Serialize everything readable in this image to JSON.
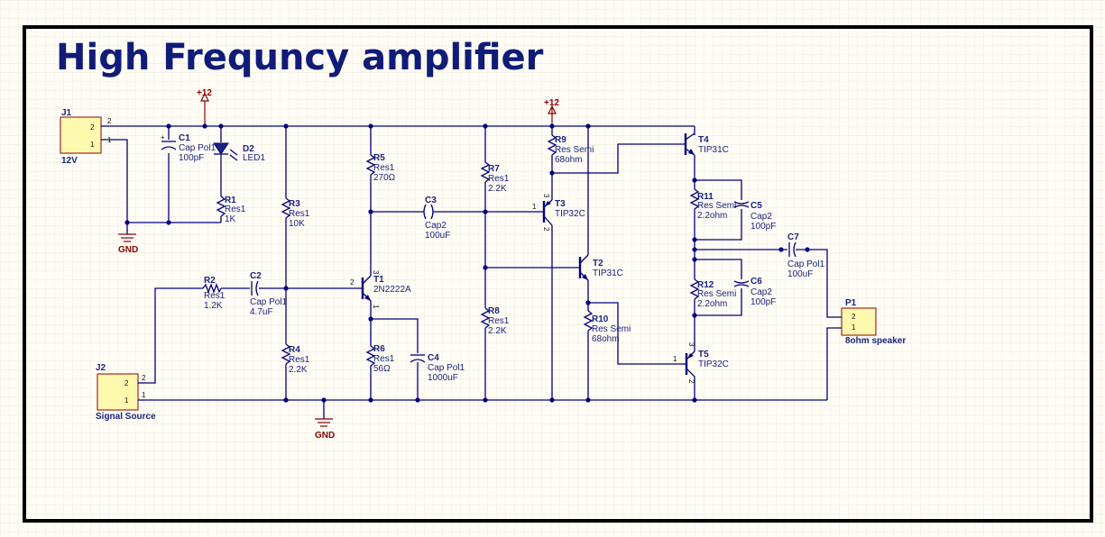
{
  "title": "High Frequncy amplifier",
  "power": {
    "vcc_label": "+12",
    "gnd_label": "GND"
  },
  "connectors": {
    "j1": {
      "ref": "J1",
      "value": "12V",
      "pins": [
        "2",
        "1"
      ]
    },
    "j2": {
      "ref": "J2",
      "value": "Signal Source",
      "pins": [
        "2",
        "1"
      ]
    },
    "p1": {
      "ref": "P1",
      "value": "8ohm speaker",
      "pins": [
        "2",
        "1"
      ]
    }
  },
  "components": {
    "c1": {
      "ref": "C1",
      "type": "Cap Pol1",
      "value": "100pF",
      "plus": "+"
    },
    "d2": {
      "ref": "D2",
      "type": "LED1"
    },
    "r1": {
      "ref": "R1",
      "type": "Res1",
      "value": "1K"
    },
    "r2": {
      "ref": "R2",
      "type": "Res1",
      "value": "1.2K"
    },
    "c2": {
      "ref": "C2",
      "type": "Cap Pol1",
      "value": "4.7uF"
    },
    "r3": {
      "ref": "R3",
      "type": "Res1",
      "value": "10K"
    },
    "r4": {
      "ref": "R4",
      "type": "Res1",
      "value": "2.2K"
    },
    "t1": {
      "ref": "T1",
      "type": "2N2222A",
      "pins": [
        "1",
        "2",
        "3"
      ]
    },
    "r5": {
      "ref": "R5",
      "type": "Res1",
      "value": "270Ω"
    },
    "r6": {
      "ref": "R6",
      "type": "Res1",
      "value": "56Ω"
    },
    "c3": {
      "ref": "C3",
      "type": "Cap2",
      "value": "100uF"
    },
    "c4": {
      "ref": "C4",
      "type": "Cap Pol1",
      "value": "1000uF"
    },
    "r7": {
      "ref": "R7",
      "type": "Res1",
      "value": "2.2K"
    },
    "r8": {
      "ref": "R8",
      "type": "Res1",
      "value": "2.2K"
    },
    "r9": {
      "ref": "R9",
      "type": "Res Semi",
      "value": "68ohm"
    },
    "t3": {
      "ref": "T3",
      "type": "TIP32C",
      "pins": [
        "1",
        "2",
        "3"
      ]
    },
    "t2": {
      "ref": "T2",
      "type": "TIP31C"
    },
    "r10": {
      "ref": "R10",
      "type": "Res Semi",
      "value": "68ohm"
    },
    "t4": {
      "ref": "T4",
      "type": "TIP31C"
    },
    "r11": {
      "ref": "R11",
      "type": "Res Semi",
      "value": "2.2ohm"
    },
    "c5": {
      "ref": "C5",
      "type": "Cap2",
      "value": "100pF"
    },
    "c7": {
      "ref": "C7",
      "type": "Cap Pol1",
      "value": "100uF"
    },
    "r12": {
      "ref": "R12",
      "type": "Res Semi",
      "value": "2.2ohm"
    },
    "c6": {
      "ref": "C6",
      "type": "Cap2",
      "value": "100pF"
    },
    "t5": {
      "ref": "T5",
      "type": "TIP32C",
      "pins": [
        "1",
        "2",
        "3"
      ]
    }
  },
  "colors": {
    "wire": "#000080",
    "label": "#1a237e",
    "title": "#101c78",
    "power": "#8b0000",
    "connector_fill": "#fff9b0",
    "grid": "#e8e6d8",
    "frame": "#000000"
  }
}
